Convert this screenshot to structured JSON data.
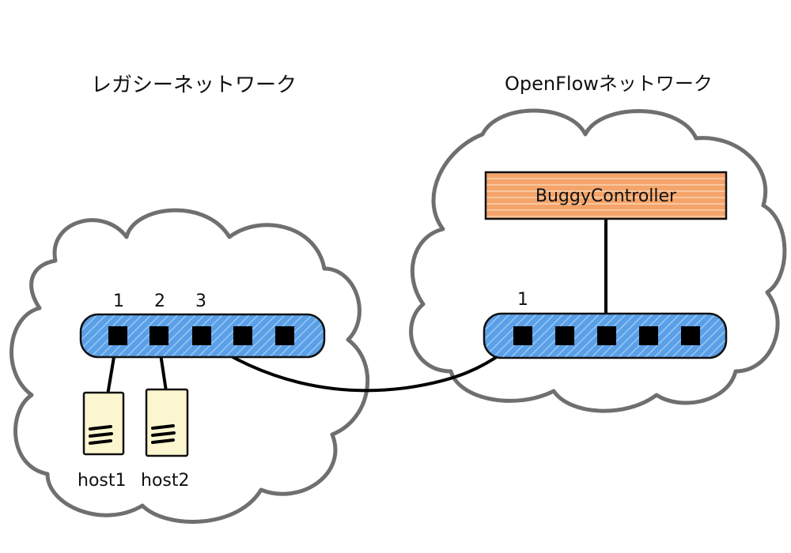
{
  "legacy_network": {
    "title": "レガシーネットワーク",
    "port_labels": [
      "1",
      "2",
      "3"
    ],
    "hosts": [
      "host1",
      "host2"
    ]
  },
  "openflow_network": {
    "title": "OpenFlowネットワーク",
    "controller": "BuggyController",
    "port_labels": [
      "1"
    ]
  },
  "colors": {
    "switch": "#5aa0e8",
    "controller": "#f4a46a",
    "server": "#fbf6cf",
    "cloud_border": "#6f6f6f"
  }
}
